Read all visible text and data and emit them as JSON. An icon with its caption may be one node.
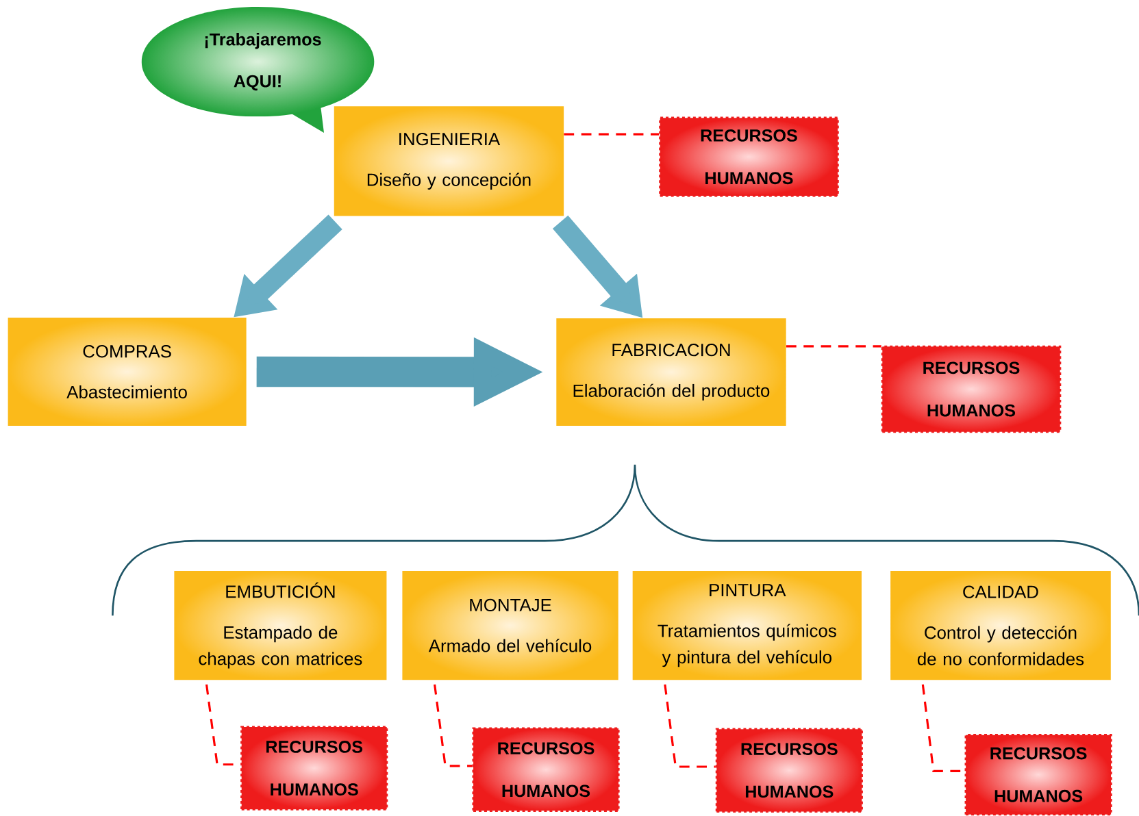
{
  "diagram": {
    "nodes": [
      {
        "text": [
          "¡Trabajaremos AQUI!"
        ]
      },
      {
        "text": [
          "INGENIERIA",
          "Diseño y concepción"
        ]
      },
      {
        "text": [
          "RECURSOS HUMANOS"
        ]
      },
      {
        "text": [
          "COMPRAS",
          "Abastecimiento"
        ]
      },
      {
        "text": [
          "FABRICACION",
          "Elaboración del producto"
        ]
      },
      {
        "text": [
          "RECURSOS HUMANOS"
        ]
      },
      {
        "text": [
          "EMBUTICIÓN",
          "Estampado de chapas con matrices"
        ]
      },
      {
        "text": [
          "MONTAJE",
          "Armado del vehículo"
        ]
      },
      {
        "text": [
          "PINTURA",
          "Tratamientos químicos y pintura del vehículo"
        ]
      },
      {
        "text": [
          "CALIDAD",
          "Control y detección de no conformidades"
        ]
      },
      {
        "text": [
          "RECURSOS HUMANOS"
        ]
      },
      {
        "text": [
          "RECURSOS HUMANOS"
        ]
      },
      {
        "text": [
          "RECURSOS HUMANOS"
        ]
      },
      {
        "text": [
          "RECURSOS HUMANOS"
        ]
      }
    ],
    "edges": [
      {
        "from": 1,
        "to": 3,
        "arrow": "to",
        "style": "thick",
        "color": "#6aaec4"
      },
      {
        "from": 1,
        "to": 4,
        "arrow": "to",
        "style": "thick",
        "color": "#6aaec4"
      },
      {
        "from": 3,
        "to": 4,
        "arrow": "to",
        "style": "thick",
        "color": "#5a9fb5"
      },
      {
        "from": 1,
        "to": 2,
        "arrow": "none",
        "style": "dashed",
        "color": "#ff0000"
      },
      {
        "from": 4,
        "to": 5,
        "arrow": "none",
        "style": "dashed",
        "color": "#ff0000"
      },
      {
        "from": 6,
        "to": 10,
        "arrow": "none",
        "style": "dashed",
        "color": "#ff0000"
      },
      {
        "from": 7,
        "to": 11,
        "arrow": "none",
        "style": "dashed",
        "color": "#ff0000"
      },
      {
        "from": 8,
        "to": 12,
        "arrow": "none",
        "style": "dashed",
        "color": "#ff0000"
      },
      {
        "from": 9,
        "to": 13,
        "arrow": "none",
        "style": "dashed",
        "color": "#ff0000"
      }
    ]
  }
}
